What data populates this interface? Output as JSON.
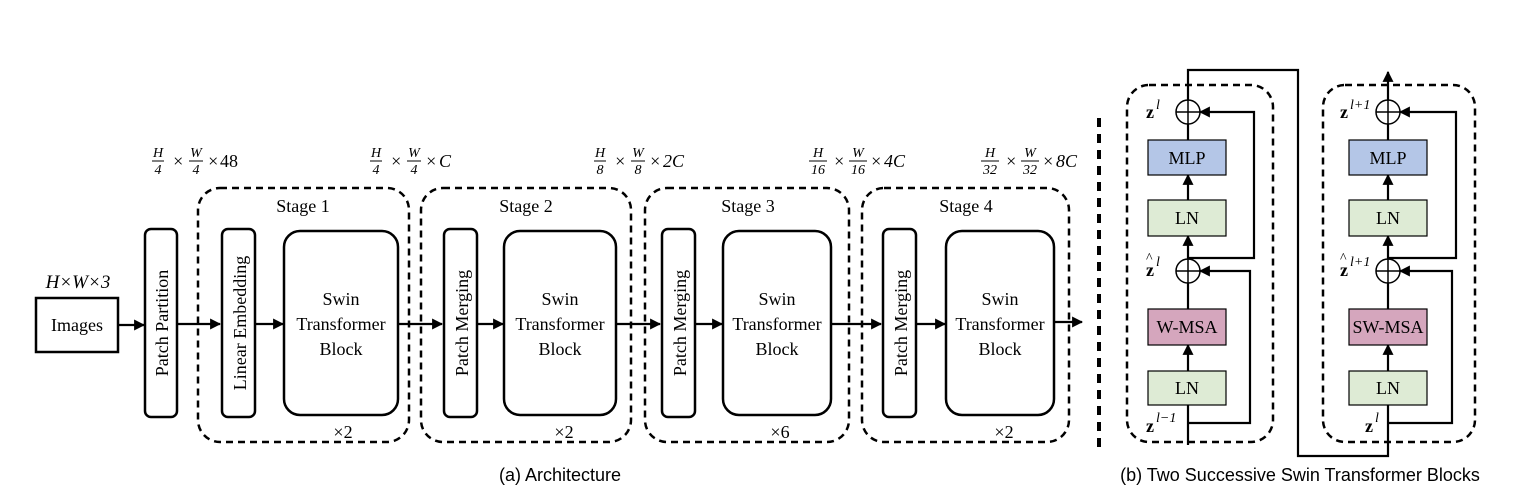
{
  "input": {
    "dims_label": "H×W×3",
    "images_label": "Images"
  },
  "patch_partition": "Patch Partition",
  "linear_embedding": "Linear Embedding",
  "patch_merging": "Patch Merging",
  "swin_block": {
    "line1": "Swin",
    "line2": "Transformer",
    "line3": "Block"
  },
  "stages": [
    {
      "label": "Stage 1",
      "repeat": "×2",
      "dims": {
        "h": "H",
        "hd": "4",
        "w": "W",
        "wd": "4",
        "c": "C"
      }
    },
    {
      "label": "Stage 2",
      "repeat": "×2",
      "dims": {
        "h": "H",
        "hd": "8",
        "w": "W",
        "wd": "8",
        "c": "2C"
      }
    },
    {
      "label": "Stage 3",
      "repeat": "×6",
      "dims": {
        "h": "H",
        "hd": "16",
        "w": "W",
        "wd": "16",
        "c": "4C"
      }
    },
    {
      "label": "Stage 4",
      "repeat": "×2",
      "dims": {
        "h": "H",
        "hd": "32",
        "w": "W",
        "wd": "32",
        "c": "8C"
      }
    }
  ],
  "partition_dims": {
    "h": "H",
    "hd": "4",
    "w": "W",
    "wd": "4",
    "c": "48"
  },
  "block_a": {
    "mlp": "MLP",
    "ln": "LN",
    "msa": "W-MSA",
    "z_out": "l",
    "z_hat": "l",
    "z_in": "l−1"
  },
  "block_b": {
    "mlp": "MLP",
    "ln": "LN",
    "msa": "SW-MSA",
    "z_out": "l+1",
    "z_hat": "l+1",
    "z_in": "l"
  },
  "captions": {
    "a": "(a) Architecture",
    "b": "(b) Two Successive Swin Transformer Blocks"
  },
  "colors": {
    "mlp": "#b4c6e7",
    "ln": "#deebd5",
    "msa": "#d5a6bd"
  }
}
